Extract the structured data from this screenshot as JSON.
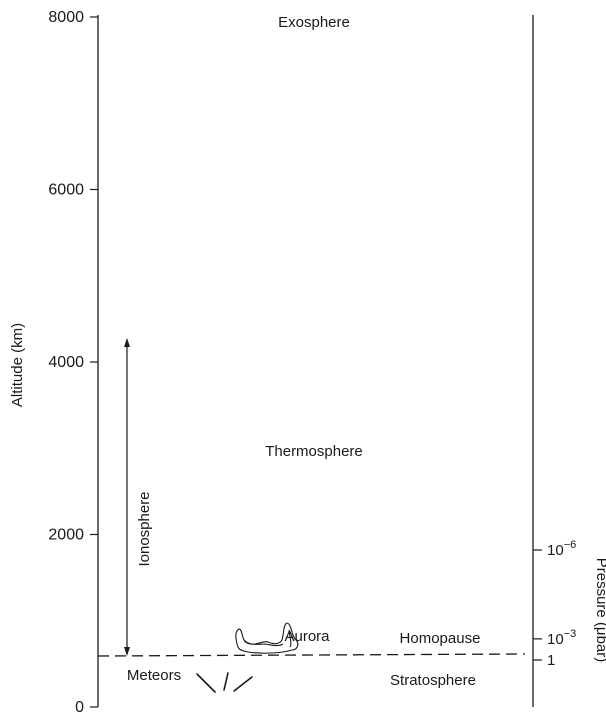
{
  "diagram": {
    "altitude_axis": {
      "label": "Altitude (km)",
      "range": [
        0,
        8000
      ],
      "ticks": [
        {
          "value": 8000,
          "label": "8000"
        },
        {
          "value": 6000,
          "label": "6000"
        },
        {
          "value": 4000,
          "label": "4000"
        },
        {
          "value": 2000,
          "label": "2000"
        },
        {
          "value": 0,
          "label": "0"
        }
      ]
    },
    "pressure_axis": {
      "label": "Pressure (μbar)",
      "ticks": [
        {
          "altitude_km": 1820,
          "base": "10",
          "exponent": "−6"
        },
        {
          "altitude_km": 790,
          "base": "10",
          "exponent": "−3"
        },
        {
          "altitude_km": 545,
          "base": "1",
          "exponent": ""
        }
      ]
    },
    "regions": {
      "exosphere": "Exosphere",
      "thermosphere": "Thermosphere",
      "stratosphere": "Stratosphere",
      "homopause": "Homopause",
      "aurora": "Aurora",
      "meteors": "Meteors"
    },
    "ionosphere": {
      "label": "Ionosphere",
      "top_km": 4000,
      "bottom_km": 640
    },
    "homopause_altitude_km": 640,
    "colors": {
      "ink": "#1a1a1a",
      "background": "#ffffff"
    }
  }
}
